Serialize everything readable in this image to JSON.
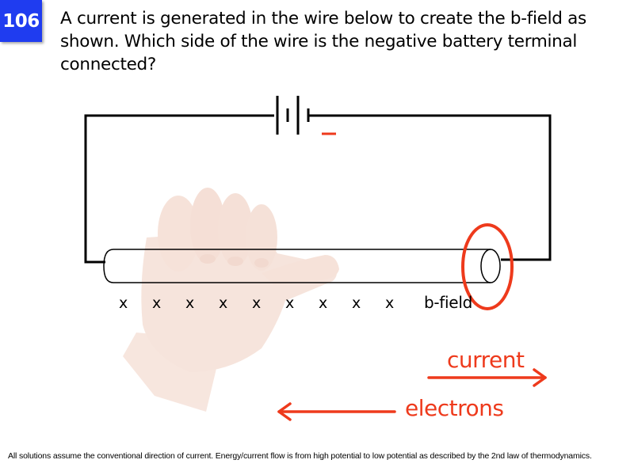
{
  "question": {
    "number": "106",
    "text": "A current is generated in the wire below to create the b-field as shown. Which side of the wire is the negative battery terminal connected?"
  },
  "diagram": {
    "battery": {
      "negative_marker": "–",
      "negative_marker_color": "#ee3a1c"
    },
    "field_markers": [
      "x",
      "x",
      "x",
      "x",
      "x",
      "x",
      "x",
      "x",
      "x"
    ],
    "b_field_label": "b-field",
    "current_label": "current",
    "electrons_label": "electrons",
    "highlight_color": "#ee3a1c",
    "arrow_color": "#ee3a1c",
    "hand_image": "right-hand-thumb-rule"
  },
  "footnote": "All solutions assume the conventional direction of current. Energy/current flow is from high potential to low potential as described by the 2nd law of thermodynamics."
}
